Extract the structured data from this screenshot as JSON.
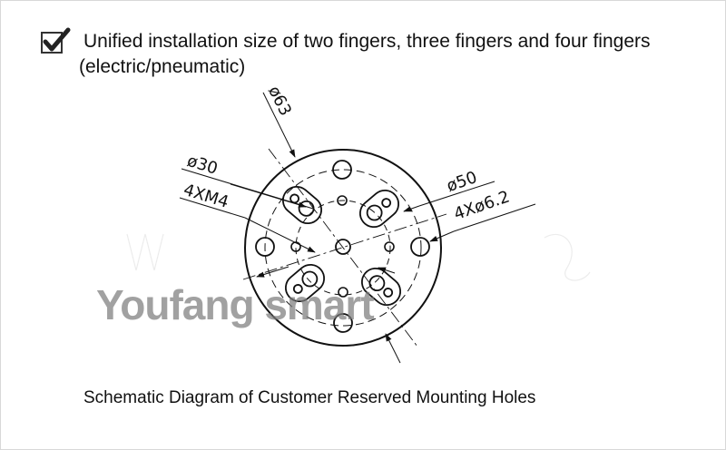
{
  "header": {
    "check_icon": "checkbox-checked-icon",
    "title_line1": "Unified installation size of two fingers, three fingers and four fingers",
    "title_line2": "(electric/pneumatic)"
  },
  "dimensions": {
    "outer_diameter": "ø63",
    "inner_circle": "ø30",
    "thread_holes": "4XM4",
    "pitch_circle": "ø50",
    "pin_holes": "4Xø6.2"
  },
  "watermark": "Youfang smart",
  "caption": "Schematic Diagram of Customer Reserved Mounting Holes",
  "colors": {
    "line": "#111111",
    "watermark": "#7d7d7d"
  }
}
